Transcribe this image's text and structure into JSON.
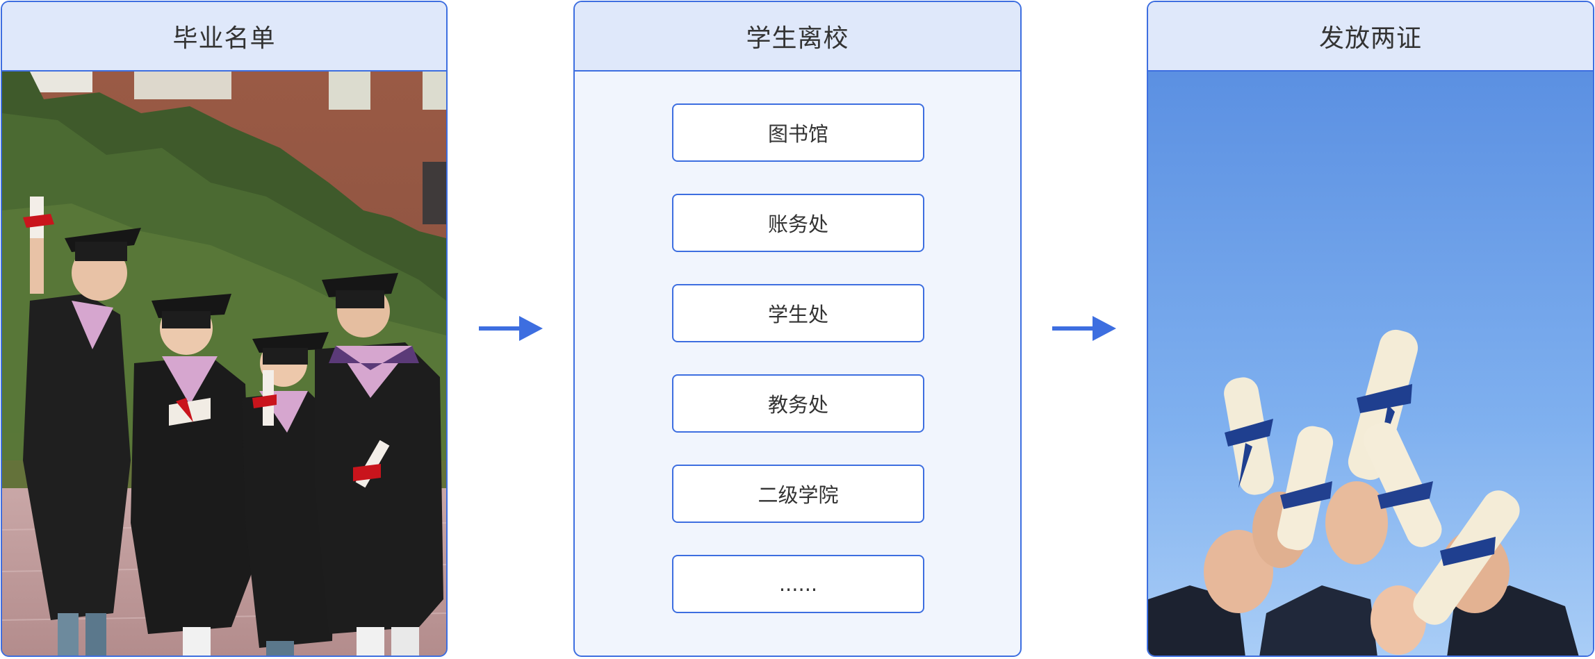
{
  "panels": [
    {
      "title": "毕业名单",
      "image": "graduates-photo"
    },
    {
      "title": "学生离校",
      "items": [
        "图书馆",
        "账务处",
        "学生处",
        "教务处",
        "二级学院",
        "......"
      ]
    },
    {
      "title": "发放两证",
      "image": "diplomas-photo"
    }
  ],
  "colors": {
    "accent": "#3d6ee0",
    "header_bg": "#dfe8fa",
    "middle_bg": "#f1f5fd",
    "text": "#333333"
  },
  "icons": [
    "arrow-right-icon",
    "arrow-right-icon"
  ]
}
